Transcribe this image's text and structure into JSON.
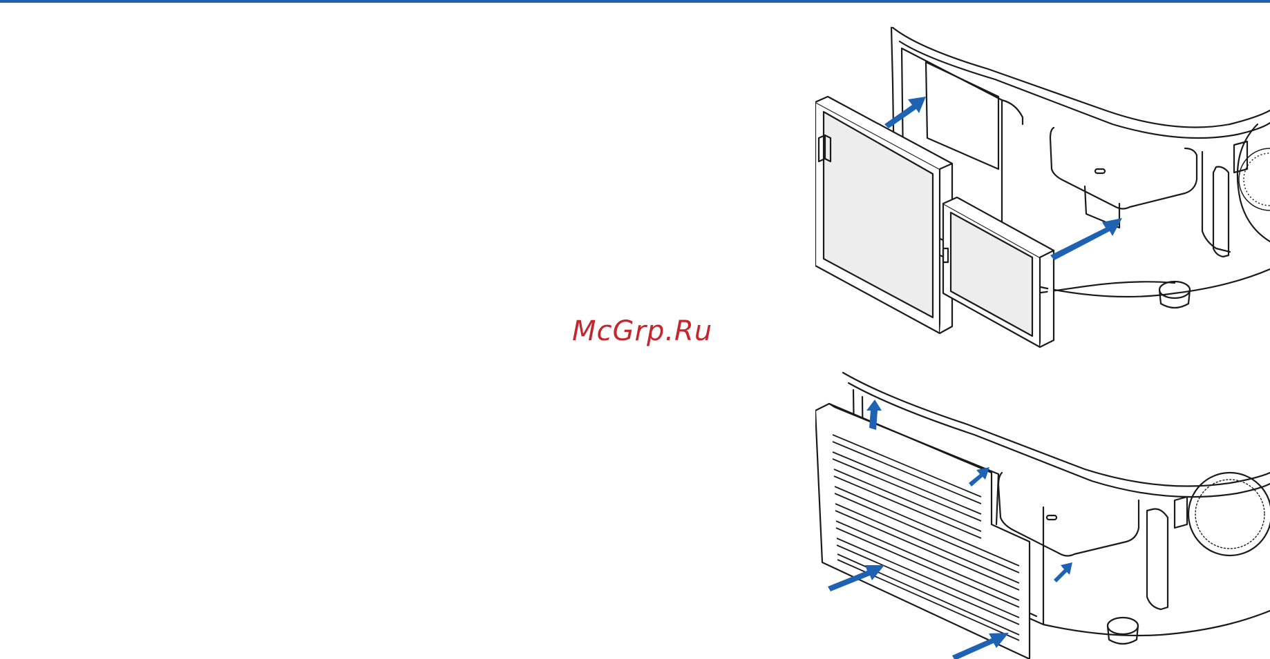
{
  "page": {
    "accent_color": "#1e63b3",
    "watermark": "McGrp.Ru",
    "watermark_color": "#c4262e"
  },
  "figures": [
    {
      "name": "filter-insertion-illustration",
      "arrow_color": "#1e63b3"
    },
    {
      "name": "filter-cover-attach-illustration",
      "arrow_color": "#1e63b3"
    }
  ]
}
